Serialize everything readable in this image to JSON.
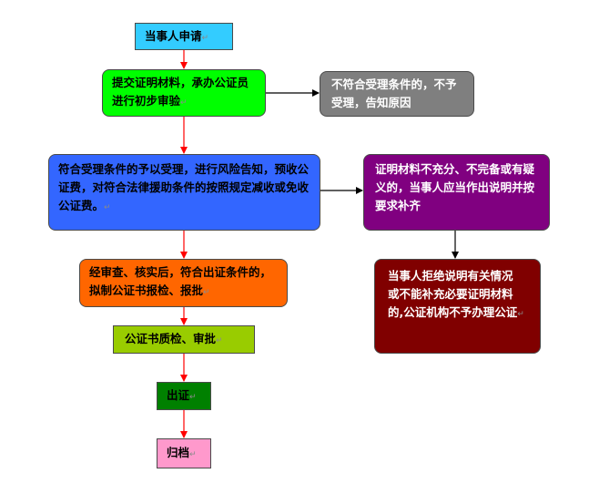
{
  "flow": {
    "apply": "当事人申请",
    "submit": "提交证明材料，承办公证员进行初步审验",
    "reject_unqualified": "不符合受理条件的，不予受理，告知原因",
    "accept": "符合受理条件的予以受理，进行风险告知，预收公证费，对符合法律援助条件的按照规定减收或免收公证费。",
    "supplement": "证明材料不充分、不完备或有疑义的，当事人应当作出说明并按要求补齐",
    "refuse": "当事人拒绝说明有关情况 或不能补充必要证明材料的,公证机构不予办理公证",
    "draft": "经审查、核实后，符合出证条件的，拟制公证书报检、报批",
    "review": "公证书质检、审批",
    "issue": "出证",
    "archive": "归档",
    "return_mark": "↵"
  },
  "colors": {
    "apply": "#33ccff",
    "submit": "#00ff00",
    "reject_unqualified": "#7f7f7f",
    "accept": "#3366ff",
    "supplement": "#800080",
    "refuse": "#800000",
    "draft": "#ff6600",
    "review": "#99cc00",
    "issue": "#008000",
    "archive": "#ff99cc",
    "arrow_red": "#ff0000",
    "arrow_black": "#000000"
  }
}
